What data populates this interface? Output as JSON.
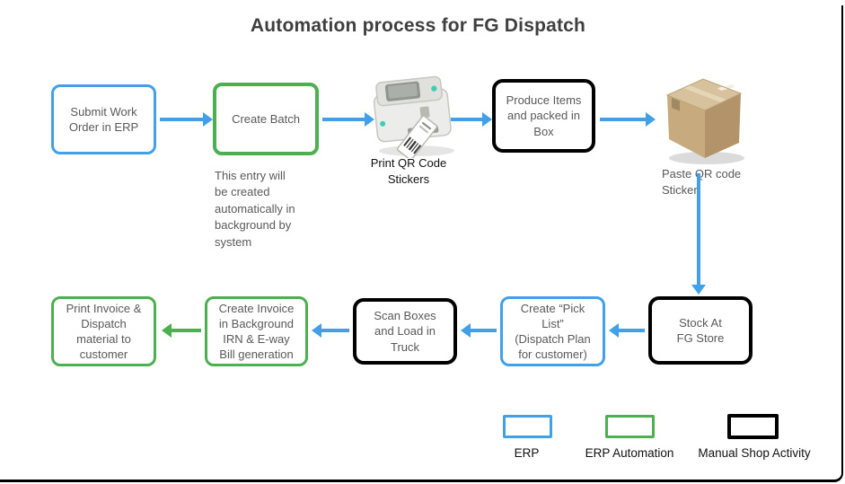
{
  "title": "Automation process for FG Dispatch",
  "colors": {
    "erp_blue": "#41a0e8",
    "automation_green": "#4cb050",
    "manual_black": "#000000",
    "text_gray": "#595959"
  },
  "nodes": {
    "submit_work_order": {
      "label": "Submit Work\nOrder in ERP",
      "type": "ERP"
    },
    "create_batch": {
      "label": "Create Batch",
      "type": "ERP Automation"
    },
    "produce_items": {
      "label": "Produce Items\nand packed in\nBox",
      "type": "Manual Shop Activity"
    },
    "stock_fg_store": {
      "label": "Stock At\nFG Store",
      "type": "Manual Shop Activity"
    },
    "pick_list": {
      "label": "Create “Pick\nList”\n(Dispatch Plan\nfor customer)",
      "type": "ERP"
    },
    "scan_boxes": {
      "label": "Scan Boxes\nand Load in\nTruck",
      "type": "Manual Shop Activity"
    },
    "create_invoice": {
      "label": "Create Invoice\nin Background\nIRN & E-way\nBill generation",
      "type": "ERP Automation"
    },
    "print_invoice": {
      "label": "Print Invoice &\nDispatch\nmaterial to\ncustomer",
      "type": "ERP Automation"
    }
  },
  "images": {
    "printer_caption": "Print QR Code\nStickers",
    "box_caption": "Paste QR code\nSticker"
  },
  "note_create_batch": "This entry will\nbe created\nautomatically in\nbackground by\nsystem",
  "arrows": [
    {
      "from": "submit_work_order",
      "to": "create_batch",
      "color": "blue"
    },
    {
      "from": "create_batch",
      "to": "qr_printer",
      "color": "blue"
    },
    {
      "from": "qr_printer",
      "to": "produce_items",
      "color": "blue"
    },
    {
      "from": "produce_items",
      "to": "packed_box",
      "color": "blue"
    },
    {
      "from": "packed_box",
      "to": "stock_fg_store",
      "color": "blue"
    },
    {
      "from": "stock_fg_store",
      "to": "pick_list",
      "color": "blue"
    },
    {
      "from": "pick_list",
      "to": "scan_boxes",
      "color": "blue"
    },
    {
      "from": "scan_boxes",
      "to": "create_invoice",
      "color": "blue"
    },
    {
      "from": "create_invoice",
      "to": "print_invoice",
      "color": "green"
    }
  ],
  "legend": {
    "items": [
      {
        "label": "ERP",
        "color": "#41a0e8"
      },
      {
        "label": "ERP Automation",
        "color": "#4cb050"
      },
      {
        "label": "Manual Shop Activity",
        "color": "#000000"
      }
    ]
  }
}
